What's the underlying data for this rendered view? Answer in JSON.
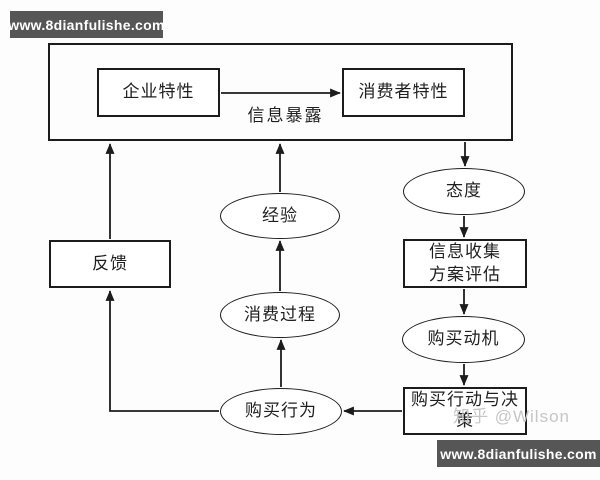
{
  "banners": {
    "top": "www.8dianfulishe.com",
    "bottom": "www.8dianfulishe.com"
  },
  "watermark": "知乎 @Wilson",
  "diagram": {
    "type": "flowchart",
    "nodes": {
      "enterprise": "企业特性",
      "consumer": "消费者特性",
      "exposure_label": "信息暴露",
      "attitude": "态度",
      "info_collection": "信息收集\n方案评估",
      "purchase_motive": "购买动机",
      "purchase_action": "购买行动与决\n策",
      "experience": "经验",
      "consumption_process": "消费过程",
      "purchase_behavior": "购买行为",
      "feedback": "反馈"
    },
    "edges": [
      "企业特性 → 消费者特性 (信息暴露)",
      "特性框 → 态度",
      "态度 → 信息收集方案评估",
      "信息收集方案评估 → 购买动机",
      "购买动机 → 购买行动与决策",
      "购买行动与决策 → 购买行为",
      "购买行为 → 消费过程",
      "消费过程 → 经验",
      "经验 → 特性框",
      "购买行为 → 反馈",
      "反馈 → 特性框"
    ],
    "colors": {
      "line": "#1c1c1c",
      "banner_bg": "#565656",
      "banner_text": "#ffffff",
      "watermark": "#c6c6c6",
      "background": "#fdfdfd"
    }
  }
}
